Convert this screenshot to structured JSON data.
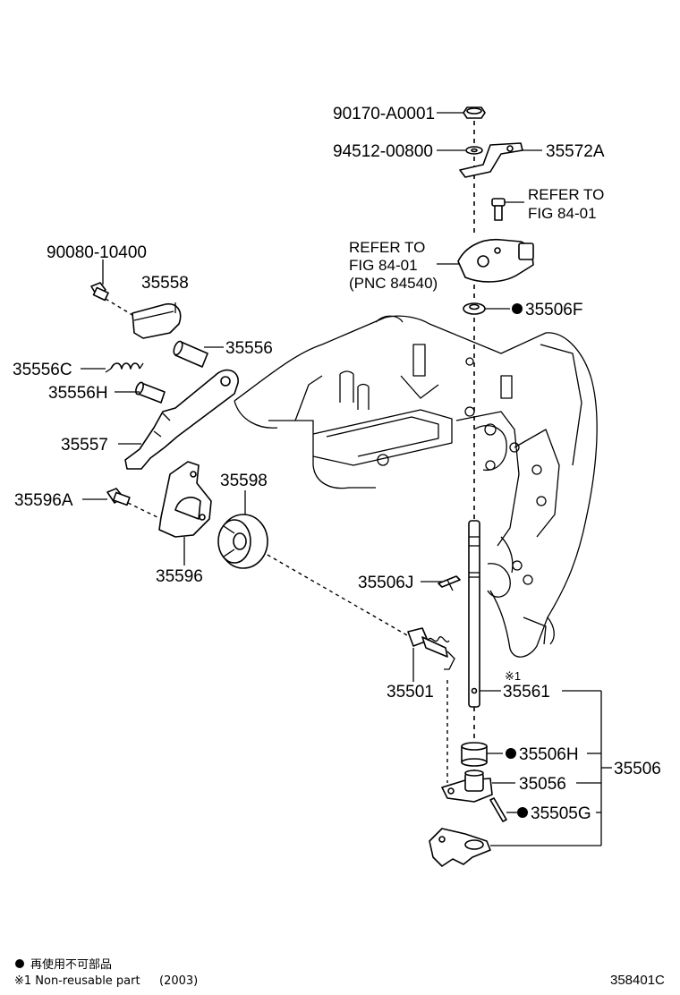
{
  "parts": {
    "p90170": "90170-A0001",
    "p94512": "94512-00800",
    "p35572A": "35572A",
    "refer1_line1": "REFER TO",
    "refer1_line2": "FIG 84-01",
    "refer2_line1": "REFER TO",
    "refer2_line2": "FIG 84-01",
    "refer2_line3": "(PNC 84540)",
    "p35506F": "35506F",
    "p90080": "90080-10400",
    "p35558": "35558",
    "p35556": "35556",
    "p35556C": "35556C",
    "p35556H": "35556H",
    "p35557": "35557",
    "p35596A": "35596A",
    "p35598": "35598",
    "p35596": "35596",
    "p35506J": "35506J",
    "p35501": "35501",
    "p35561": "35561",
    "note_mark": "※1",
    "p35506H": "35506H",
    "p35056": "35056",
    "p35506": "35506",
    "p35505G": "35505G"
  },
  "legend": {
    "bullet_text": "再使用不可部品",
    "note_text": "※1 Non-reusable part",
    "year": "(2003)"
  },
  "figure_code": "358401C",
  "colors": {
    "ink": "#000000",
    "paper": "#ffffff"
  }
}
